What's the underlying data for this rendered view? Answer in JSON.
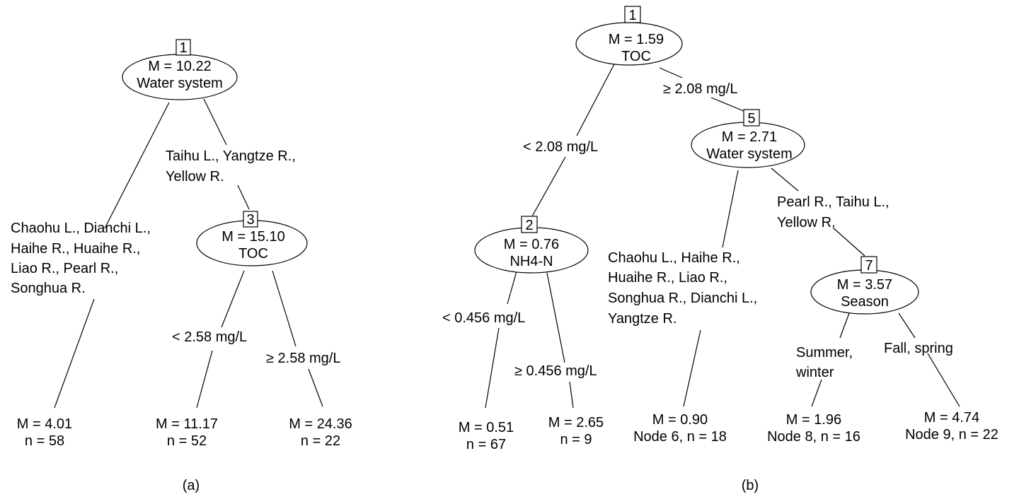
{
  "tree_a": {
    "caption": "(a)",
    "node1": {
      "id": "1",
      "stat": "M = 10.22",
      "var": "Water system"
    },
    "split1_right": {
      "line1": "Taihu L., Yangtze R.,",
      "line2": "Yellow R."
    },
    "split1_left": {
      "line1": "Chaohu L., Dianchi L.,",
      "line2": "Haihe R., Huaihe R.,",
      "line3": "Liao R., Pearl R.,",
      "line4": "Songhua R."
    },
    "node3": {
      "id": "3",
      "stat": "M = 15.10",
      "var": "TOC"
    },
    "split3_left": "< 2.58 mg/L",
    "split3_right": "≥ 2.58 mg/L",
    "leaf2": {
      "stat": "M = 4.01",
      "n": "n = 58"
    },
    "leaf4": {
      "stat": "M = 11.17",
      "n": "n = 52"
    },
    "leaf5": {
      "stat": "M = 24.36",
      "n": "n = 22"
    }
  },
  "tree_b": {
    "caption": "(b)",
    "node1": {
      "id": "1",
      "stat": "M = 1.59",
      "var": "TOC"
    },
    "split1_left": "< 2.08 mg/L",
    "split1_right": "≥ 2.08 mg/L",
    "node2": {
      "id": "2",
      "stat": "M = 0.76",
      "var": "NH4-N"
    },
    "split2_left": "< 0.456 mg/L",
    "split2_right": "≥ 0.456 mg/L",
    "leaf3": {
      "stat": "M = 0.51",
      "n": "n = 67"
    },
    "leaf4": {
      "stat": "M = 2.65",
      "n": "n = 9"
    },
    "node5": {
      "id": "5",
      "stat": "M = 2.71",
      "var": "Water system"
    },
    "split5_left": {
      "line1": "Chaohu L., Haihe R.,",
      "line2": "Huaihe R., Liao R.,",
      "line3": "Songhua R., Dianchi L.,",
      "line4": "Yangtze R."
    },
    "split5_right": {
      "line1": "Pearl R., Taihu L.,",
      "line2": "Yellow R."
    },
    "leaf6": {
      "stat": "M = 0.90",
      "n": "Node 6, n = 18"
    },
    "node7": {
      "id": "7",
      "stat": "M = 3.57",
      "var": "Season"
    },
    "split7_left": {
      "line1": "Summer,",
      "line2": "winter"
    },
    "split7_right": "Fall, spring",
    "leaf8": {
      "stat": "M = 1.96",
      "n": "Node 8, n = 16"
    },
    "leaf9": {
      "stat": "M = 4.74",
      "n": "Node 9, n = 22"
    }
  }
}
